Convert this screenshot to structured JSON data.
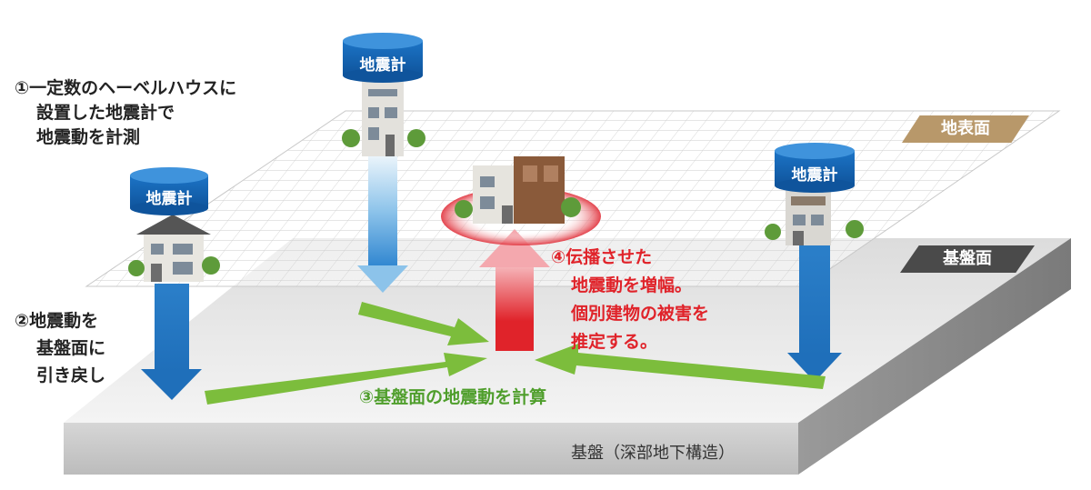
{
  "notes": {
    "step1": [
      "①一定数のヘーベルハウスに",
      "設置した地震計で",
      "地震動を計測"
    ],
    "step2": [
      "②地震動を",
      "基盤面に",
      "引き戻し"
    ],
    "step3": "③基盤面の地震動を計算",
    "step4": [
      "④伝播させた",
      "地震動を増幅。",
      "個別建物の被害を",
      "推定する。"
    ]
  },
  "seismometer_label": "地震計",
  "layers": {
    "surface_label": "地表面",
    "bedrock_label": "基盤面",
    "base_caption": "基盤（深部地下構造）"
  },
  "colors": {
    "surface_tag": "#b8986a",
    "bedrock_tag": "#4a4a4a",
    "blue_arrow": "#2f86d0",
    "green_arrow": "#7cbd3c",
    "red_arrow": "#e0232a",
    "cylinder": "#1565b6"
  }
}
